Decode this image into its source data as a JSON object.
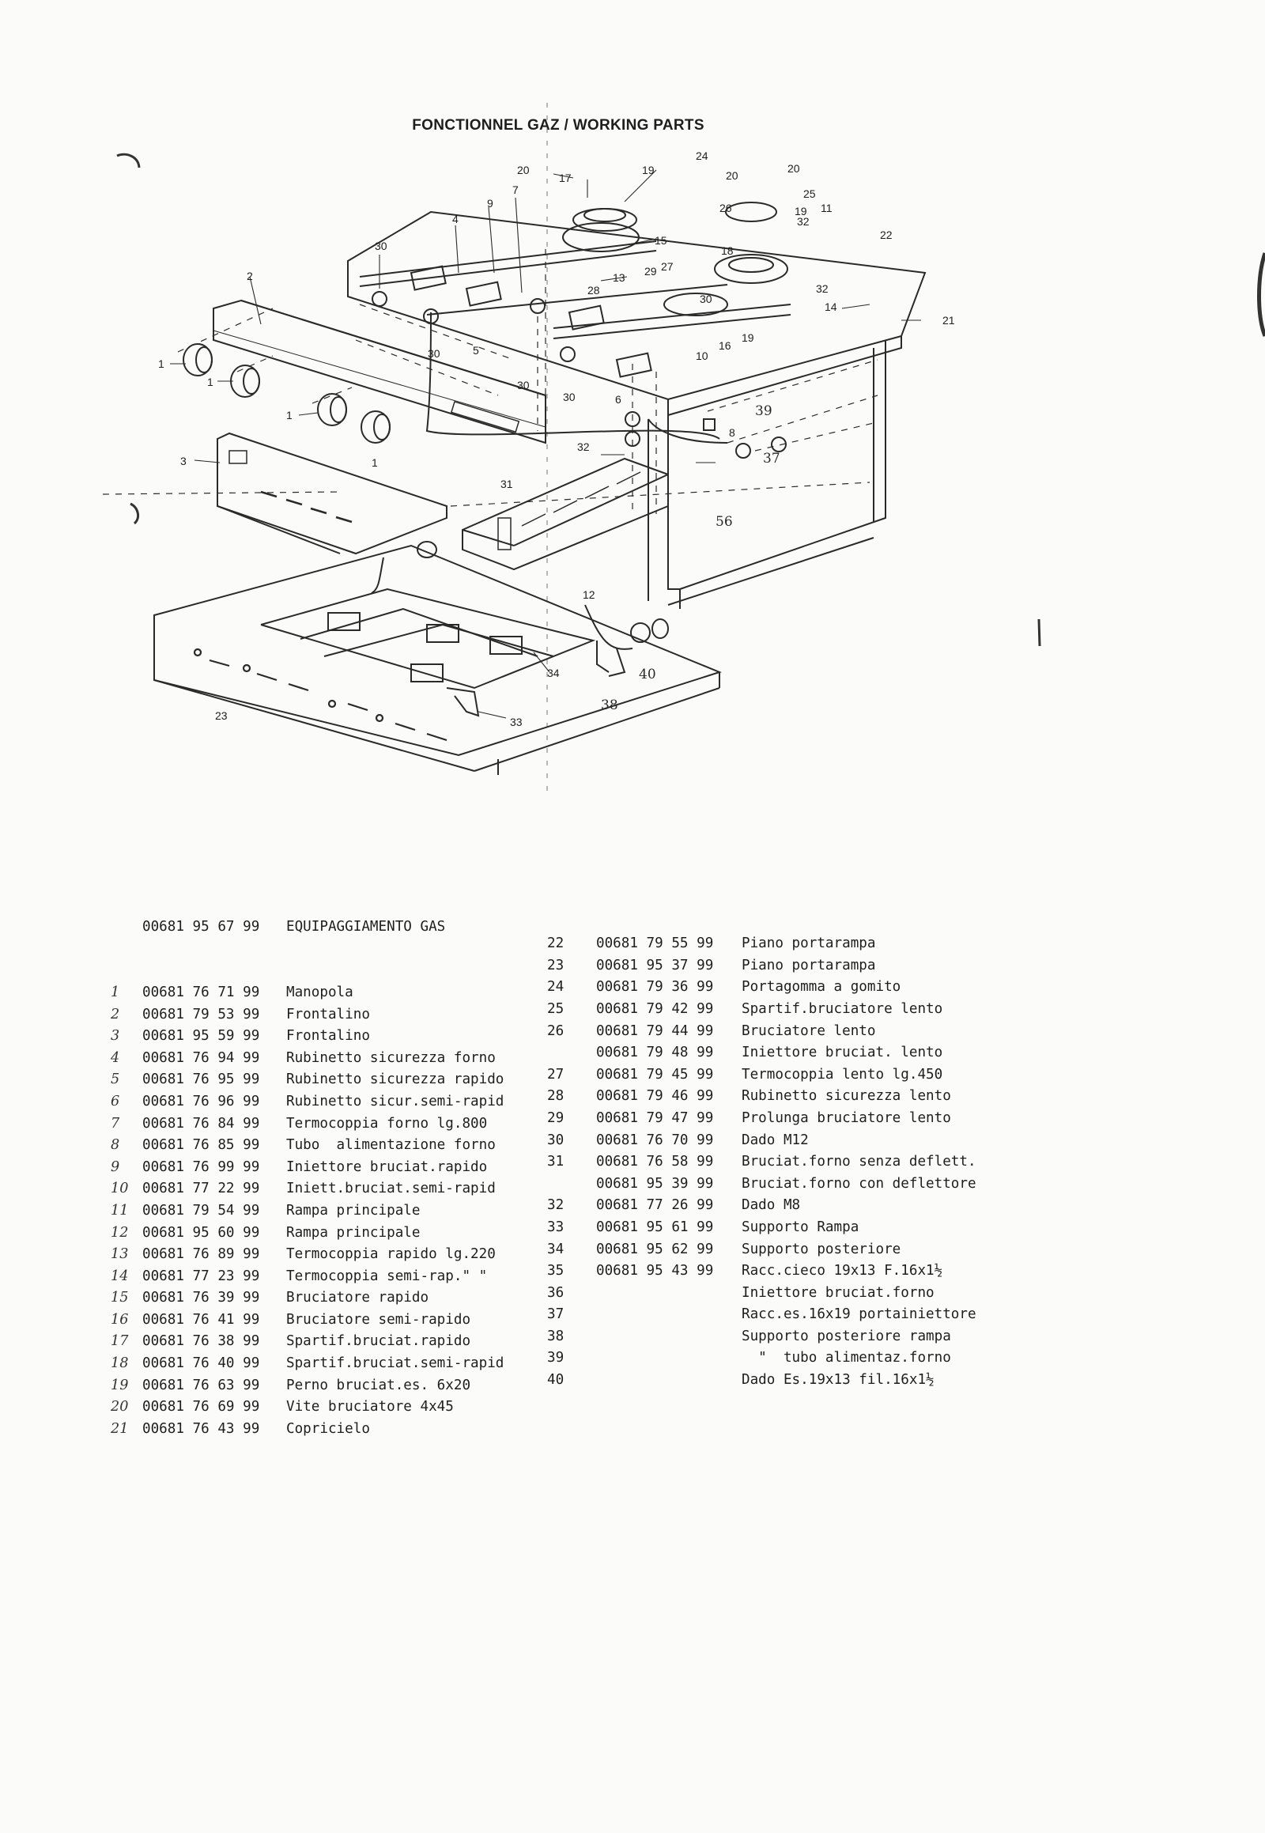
{
  "title": "FONCTIONNEL GAZ / WORKING PARTS",
  "callouts": [
    "1",
    "2",
    "3",
    "4",
    "5",
    "6",
    "7",
    "8",
    "9",
    "10",
    "11",
    "12",
    "13",
    "14",
    "15",
    "16",
    "17",
    "18",
    "19",
    "20",
    "21",
    "22",
    "23",
    "24",
    "25",
    "26",
    "27",
    "28",
    "29",
    "30",
    "31",
    "32",
    "33",
    "34",
    "37",
    "38",
    "39",
    "40",
    "56"
  ],
  "header_item": {
    "code": "00681 95 67 99",
    "desc": "EQUIPAGGIAMENTO GAS"
  },
  "left_list": [
    {
      "n": "1",
      "code": "00681 76 71 99",
      "desc": "Manopola"
    },
    {
      "n": "2",
      "code": "00681 79 53 99",
      "desc": "Frontalino"
    },
    {
      "n": "3",
      "code": "00681 95 59 99",
      "desc": "Frontalino"
    },
    {
      "n": "4",
      "code": "00681 76 94 99",
      "desc": "Rubinetto sicurezza forno"
    },
    {
      "n": "5",
      "code": "00681 76 95 99",
      "desc": "Rubinetto sicurezza rapido"
    },
    {
      "n": "6",
      "code": "00681 76 96 99",
      "desc": "Rubinetto sicur.semi-rapid"
    },
    {
      "n": "7",
      "code": "00681 76 84 99",
      "desc": "Termocoppia forno lg.800"
    },
    {
      "n": "8",
      "code": "00681 76 85 99",
      "desc": "Tubo  alimentazione forno"
    },
    {
      "n": "9",
      "code": "00681 76 99 99",
      "desc": "Iniettore bruciat.rapido"
    },
    {
      "n": "10",
      "code": "00681 77 22 99",
      "desc": "Iniett.bruciat.semi-rapid"
    },
    {
      "n": "11",
      "code": "00681 79 54 99",
      "desc": "Rampa principale"
    },
    {
      "n": "12",
      "code": "00681 95 60 99",
      "desc": "Rampa principale"
    },
    {
      "n": "13",
      "code": "00681 76 89 99",
      "desc": "Termocoppia rapido lg.220"
    },
    {
      "n": "14",
      "code": "00681 77 23 99",
      "desc": "Termocoppia semi-rap.\" \""
    },
    {
      "n": "15",
      "code": "00681 76 39 99",
      "desc": "Bruciatore rapido"
    },
    {
      "n": "16",
      "code": "00681 76 41 99",
      "desc": "Bruciatore semi-rapido"
    },
    {
      "n": "17",
      "code": "00681 76 38 99",
      "desc": "Spartif.bruciat.rapido"
    },
    {
      "n": "18",
      "code": "00681 76 40 99",
      "desc": "Spartif.bruciat.semi-rapid"
    },
    {
      "n": "19",
      "code": "00681 76 63 99",
      "desc": "Perno bruciat.es. 6x20"
    },
    {
      "n": "20",
      "code": "00681 76 69 99",
      "desc": "Vite bruciatore 4x45"
    },
    {
      "n": "21",
      "code": "00681 76 43 99",
      "desc": "Copricielo"
    }
  ],
  "right_list": [
    {
      "num": "22",
      "code": "00681 79 55 99",
      "desc": "Piano portarampa"
    },
    {
      "num": "23",
      "code": "00681 95 37 99",
      "desc": "Piano portarampa"
    },
    {
      "num": "24",
      "code": "00681 79 36 99",
      "desc": "Portagomma a gomito"
    },
    {
      "num": "25",
      "code": "00681 79 42 99",
      "desc": "Spartif.bruciatore lento"
    },
    {
      "num": "26",
      "code": "00681 79 44 99",
      "desc": "Bruciatore lento"
    },
    {
      "num": "",
      "code": "00681 79 48 99",
      "desc": "Iniettore bruciat. lento"
    },
    {
      "num": "27",
      "code": "00681 79 45 99",
      "desc": "Termocoppia lento lg.450"
    },
    {
      "num": "28",
      "code": "00681 79 46 99",
      "desc": "Rubinetto sicurezza lento"
    },
    {
      "num": "29",
      "code": "00681 79 47 99",
      "desc": "Prolunga bruciatore lento"
    },
    {
      "num": "30",
      "code": "00681 76 70 99",
      "desc": "Dado M12"
    },
    {
      "num": "31",
      "code": "00681 76 58 99",
      "desc": "Bruciat.forno senza deflett."
    },
    {
      "num": "",
      "code": "00681 95 39 99",
      "desc": "Bruciat.forno con deflettore"
    },
    {
      "num": "32",
      "code": "00681 77 26 99",
      "desc": "Dado M8"
    },
    {
      "num": "33",
      "code": "00681 95 61 99",
      "desc": "Supporto Rampa"
    },
    {
      "num": "34",
      "code": "00681 95 62 99",
      "desc": "Supporto posteriore"
    },
    {
      "num": "35",
      "code": "00681 95 43 99",
      "desc": "Racc.cieco 19x13 F.16x1½"
    },
    {
      "num": "36",
      "code": "",
      "desc": "Iniettore bruciat.forno"
    },
    {
      "num": "37",
      "code": "",
      "desc": "Racc.es.16x19 portainiettore"
    },
    {
      "num": "38",
      "code": "",
      "desc": "Supporto posteriore rampa"
    },
    {
      "num": "39",
      "code": "",
      "desc": "  \"  tubo alimentaz.forno"
    },
    {
      "num": "40",
      "code": "",
      "desc": "Dado Es.19x13 fil.16x1½"
    }
  ]
}
